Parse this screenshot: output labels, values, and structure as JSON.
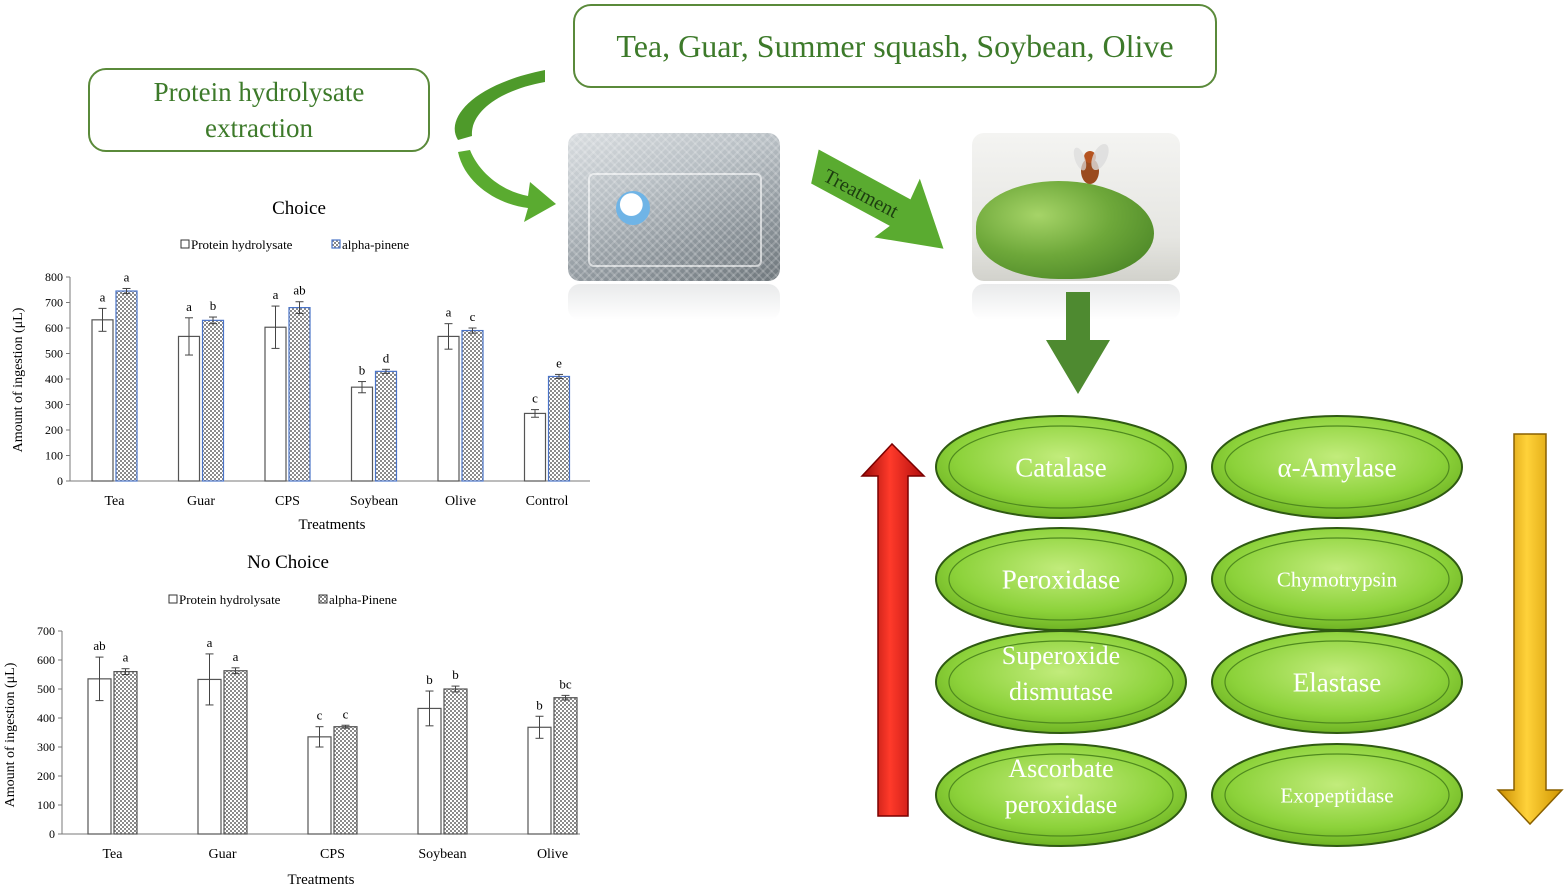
{
  "header": {
    "crops": "Tea, Guar, Summer squash, Soybean, Olive",
    "extraction_line1": "Protein hydrolysate",
    "extraction_line2": "extraction",
    "arrow_label": "Treatment"
  },
  "enzymes": {
    "increased": [
      "Catalase",
      "Peroxidase",
      "Superoxide|dismutase",
      "Ascorbate|peroxidase"
    ],
    "decreased": [
      "α-Amylase",
      "Chymotrypsin",
      "Elastase",
      "Exopeptidase"
    ]
  },
  "colors": {
    "accent_green": "#3d7a2a",
    "oval_green": "#8cd23a",
    "up_arrow": "#e01010",
    "down_arrow": "#f2b705",
    "series_outline_2": "#4a74c9"
  },
  "chart_data": [
    {
      "type": "bar",
      "title": "Choice",
      "xlabel": "Treatments",
      "ylabel": "Amount of ingestion (μL)",
      "ylim": [
        0,
        800
      ],
      "yticks": [
        0,
        100,
        200,
        300,
        400,
        500,
        600,
        700,
        800
      ],
      "legend_position": "top-center",
      "grid": false,
      "categories": [
        "Tea",
        "Guar",
        "CPS",
        "Soybean",
        "Olive",
        "Control"
      ],
      "series": [
        {
          "name": "Protein hydrolysate",
          "values": [
            632,
            567,
            603,
            368,
            567,
            265
          ],
          "errors": [
            45,
            73,
            83,
            22,
            50,
            15
          ],
          "letters": [
            "a",
            "a",
            "a",
            "b",
            "a",
            "c"
          ]
        },
        {
          "name": "alpha-pinene",
          "values": [
            745,
            630,
            680,
            430,
            590,
            410
          ],
          "errors": [
            10,
            13,
            23,
            8,
            10,
            8
          ],
          "letters": [
            "a",
            "b",
            "ab",
            "d",
            "c",
            "e"
          ]
        }
      ]
    },
    {
      "type": "bar",
      "title": "No Choice",
      "xlabel": "Treatments",
      "ylabel": "Amount of ingestion (μL)",
      "ylim": [
        0,
        700
      ],
      "yticks": [
        0,
        100,
        200,
        300,
        400,
        500,
        600,
        700
      ],
      "legend_position": "top-center",
      "grid": false,
      "categories": [
        "Tea",
        "Guar",
        "CPS",
        "Soybean",
        "Olive"
      ],
      "series": [
        {
          "name": "Protein hydrolysate",
          "values": [
            535,
            533,
            335,
            433,
            368
          ],
          "errors": [
            75,
            88,
            35,
            60,
            38
          ],
          "letters": [
            "ab",
            "a",
            "c",
            "b",
            "b"
          ]
        },
        {
          "name": "alpha-Pinene",
          "values": [
            560,
            563,
            370,
            500,
            470
          ],
          "errors": [
            10,
            10,
            5,
            10,
            8
          ],
          "letters": [
            "a",
            "a",
            "c",
            "b",
            "bc"
          ]
        }
      ]
    }
  ]
}
